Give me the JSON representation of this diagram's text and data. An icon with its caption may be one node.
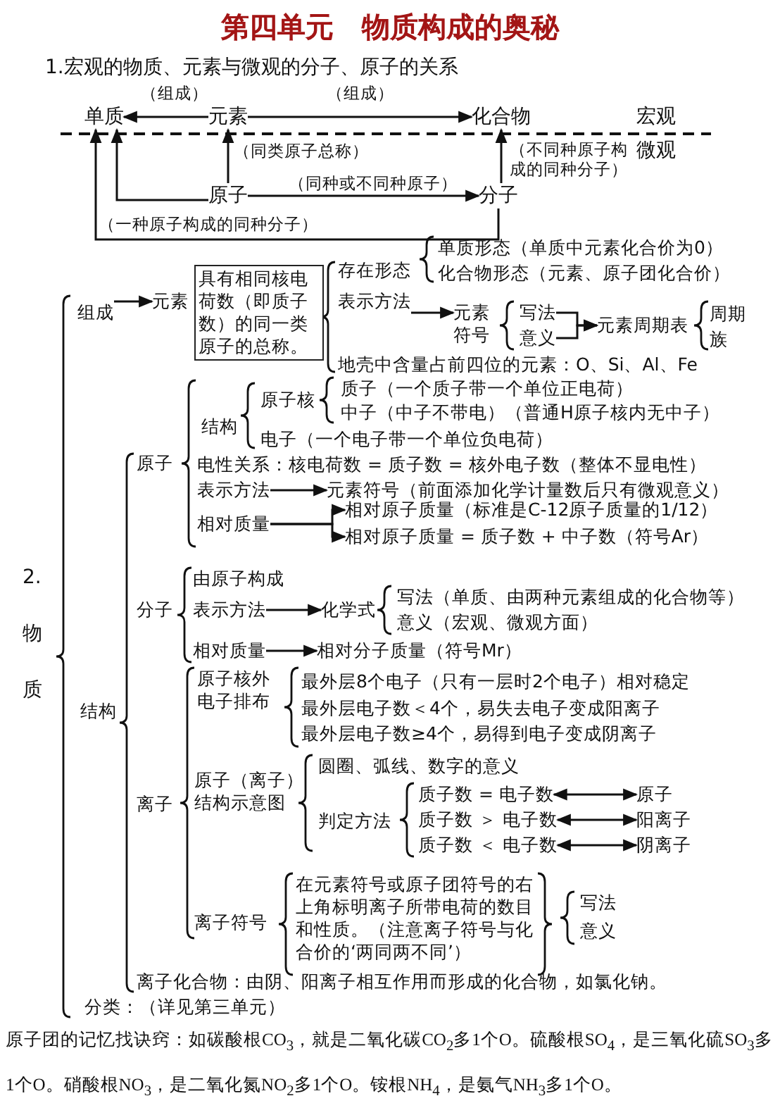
{
  "diagram": {
    "title": "第四单元　物质构成的奥秘",
    "nodes": [
      {
        "text": [
          "单质"
        ]
      },
      {
        "text": [
          "元素"
        ]
      },
      {
        "text": [
          "化合物"
        ]
      },
      {
        "text": [
          "原子"
        ]
      },
      {
        "text": [
          "分子"
        ]
      },
      {
        "text": [
          "组成"
        ]
      },
      {
        "text": [
          "元素"
        ]
      },
      {
        "text": [
          "具有相同核电荷数（即质子数）的同一类原子的总称。"
        ]
      },
      {
        "text": [
          "表示方法"
        ]
      },
      {
        "text": [
          "元素符号"
        ]
      },
      {
        "text": [
          "写法"
        ]
      },
      {
        "text": [
          "意义"
        ]
      },
      {
        "text": [
          "元素周期表"
        ]
      },
      {
        "text": [
          "表示方法"
        ]
      },
      {
        "text": [
          "元素符号（前面添加化学计量数后只有微观意义）"
        ]
      },
      {
        "text": [
          "相对质量"
        ]
      },
      {
        "text": [
          "相对原子质量（标准是C-12原子质量的1/12）"
        ]
      },
      {
        "text": [
          "相对原子质量 = 质子数 + 中子数（符号Ar）"
        ]
      },
      {
        "text": [
          "表示方法"
        ]
      },
      {
        "text": [
          "化学式"
        ]
      },
      {
        "text": [
          "相对质量"
        ]
      },
      {
        "text": [
          "相对分子质量（符号Mr）"
        ]
      },
      {
        "text": [
          "质子数 = 电子数"
        ]
      },
      {
        "text": [
          "原子"
        ]
      },
      {
        "text": [
          "质子数 ＞ 电子数"
        ]
      },
      {
        "text": [
          "阳离子"
        ]
      },
      {
        "text": [
          "质子数 ＜ 电子数"
        ]
      },
      {
        "text": [
          "阴离子"
        ]
      }
    ],
    "edges": [
      {
        "from": 1,
        "to": 0,
        "arrow": "to",
        "label": "（组成）"
      },
      {
        "from": 1,
        "to": 2,
        "arrow": "to",
        "label": "（组成）"
      },
      {
        "from": 3,
        "to": 1,
        "arrow": "to",
        "label": "（同类原子总称）"
      },
      {
        "from": 3,
        "to": 0,
        "arrow": "to"
      },
      {
        "from": 3,
        "to": 4,
        "arrow": "to",
        "label": "（同种或不同种原子）"
      },
      {
        "from": 4,
        "to": 2,
        "arrow": "to",
        "label": "（不同种原子构成的同种分子）"
      },
      {
        "from": 4,
        "to": 0,
        "arrow": "to",
        "label": "（一种原子构成的同种分子）"
      },
      {
        "from": 5,
        "to": 6,
        "arrow": "to"
      },
      {
        "from": 8,
        "to": 9,
        "arrow": "to"
      },
      {
        "from": 10,
        "to": 12,
        "arrow": "to"
      },
      {
        "from": 11,
        "to": 12,
        "arrow": "to"
      },
      {
        "from": 13,
        "to": 14,
        "arrow": "to"
      },
      {
        "from": 15,
        "to": 16,
        "arrow": "to"
      },
      {
        "from": 15,
        "to": 17,
        "arrow": "to"
      },
      {
        "from": 18,
        "to": 19,
        "arrow": "to"
      },
      {
        "from": 20,
        "to": 21,
        "arrow": "to"
      },
      {
        "from": 22,
        "to": 23,
        "arrow": "both"
      },
      {
        "from": 24,
        "to": 25,
        "arrow": "both"
      },
      {
        "from": 26,
        "to": 27,
        "arrow": "both"
      }
    ],
    "labels": [
      "1.宏观的物质、元素与微观的分子、原子的关系",
      "宏观",
      "微观",
      "2.物质",
      "存在形态",
      "单质形态（单质中元素化合价为0）",
      "化合物形态（元素、原子团化合价）",
      "周期",
      "族",
      "地壳中含量占前四位的元素：O、Si、Al、Fe",
      "结构",
      "原子核",
      "质子（一个质子带一个单位正电荷）",
      "中子（中子不带电）（普通H原子核内无中子）",
      "电子（一个电子带一个单位负电荷）",
      "原子",
      "电性关系：核电荷数 = 质子数 = 核外电子数（整体不显电性）",
      "由原子构成",
      "分子",
      "写法（单质、由两种元素组成的化合物等）",
      "意义（宏观、微观方面）",
      "结构",
      "原子核外电子排布",
      "最外层8个电子（只有一层时2个电子）相对稳定",
      "最外层电子数＜4个，易失去电子变成阳离子",
      "最外层电子数≥4个，易得到电子变成阴离子",
      "圆圈、弧线、数字的意义",
      "原子（离子）结构示意图",
      "判定方法",
      "离子",
      "离子符号",
      "在元素符号或原子团符号的右上角标明离子所带电荷的数目和性质。（注意离子符号与化合价的‘两同两不同’）",
      "写法",
      "意义",
      "离子化合物：由阴、阳离子相互作用而形成的化合物，如氯化钠。",
      "分类：（详见第三单元）",
      "原子团的记忆找诀窍：如碳酸根CO$_{3}$，就是二氧化碳CO$_{2}$多1个O。硫酸根SO$_{4}$，是三氧化硫SO$_{3}$多1个O。硝酸根NO$_{3}$，是二氧化氮NO$_{2}$多1个O。铵根NH$_{4}$，是氨气NH$_{3}$多1个O。"
    ]
  }
}
